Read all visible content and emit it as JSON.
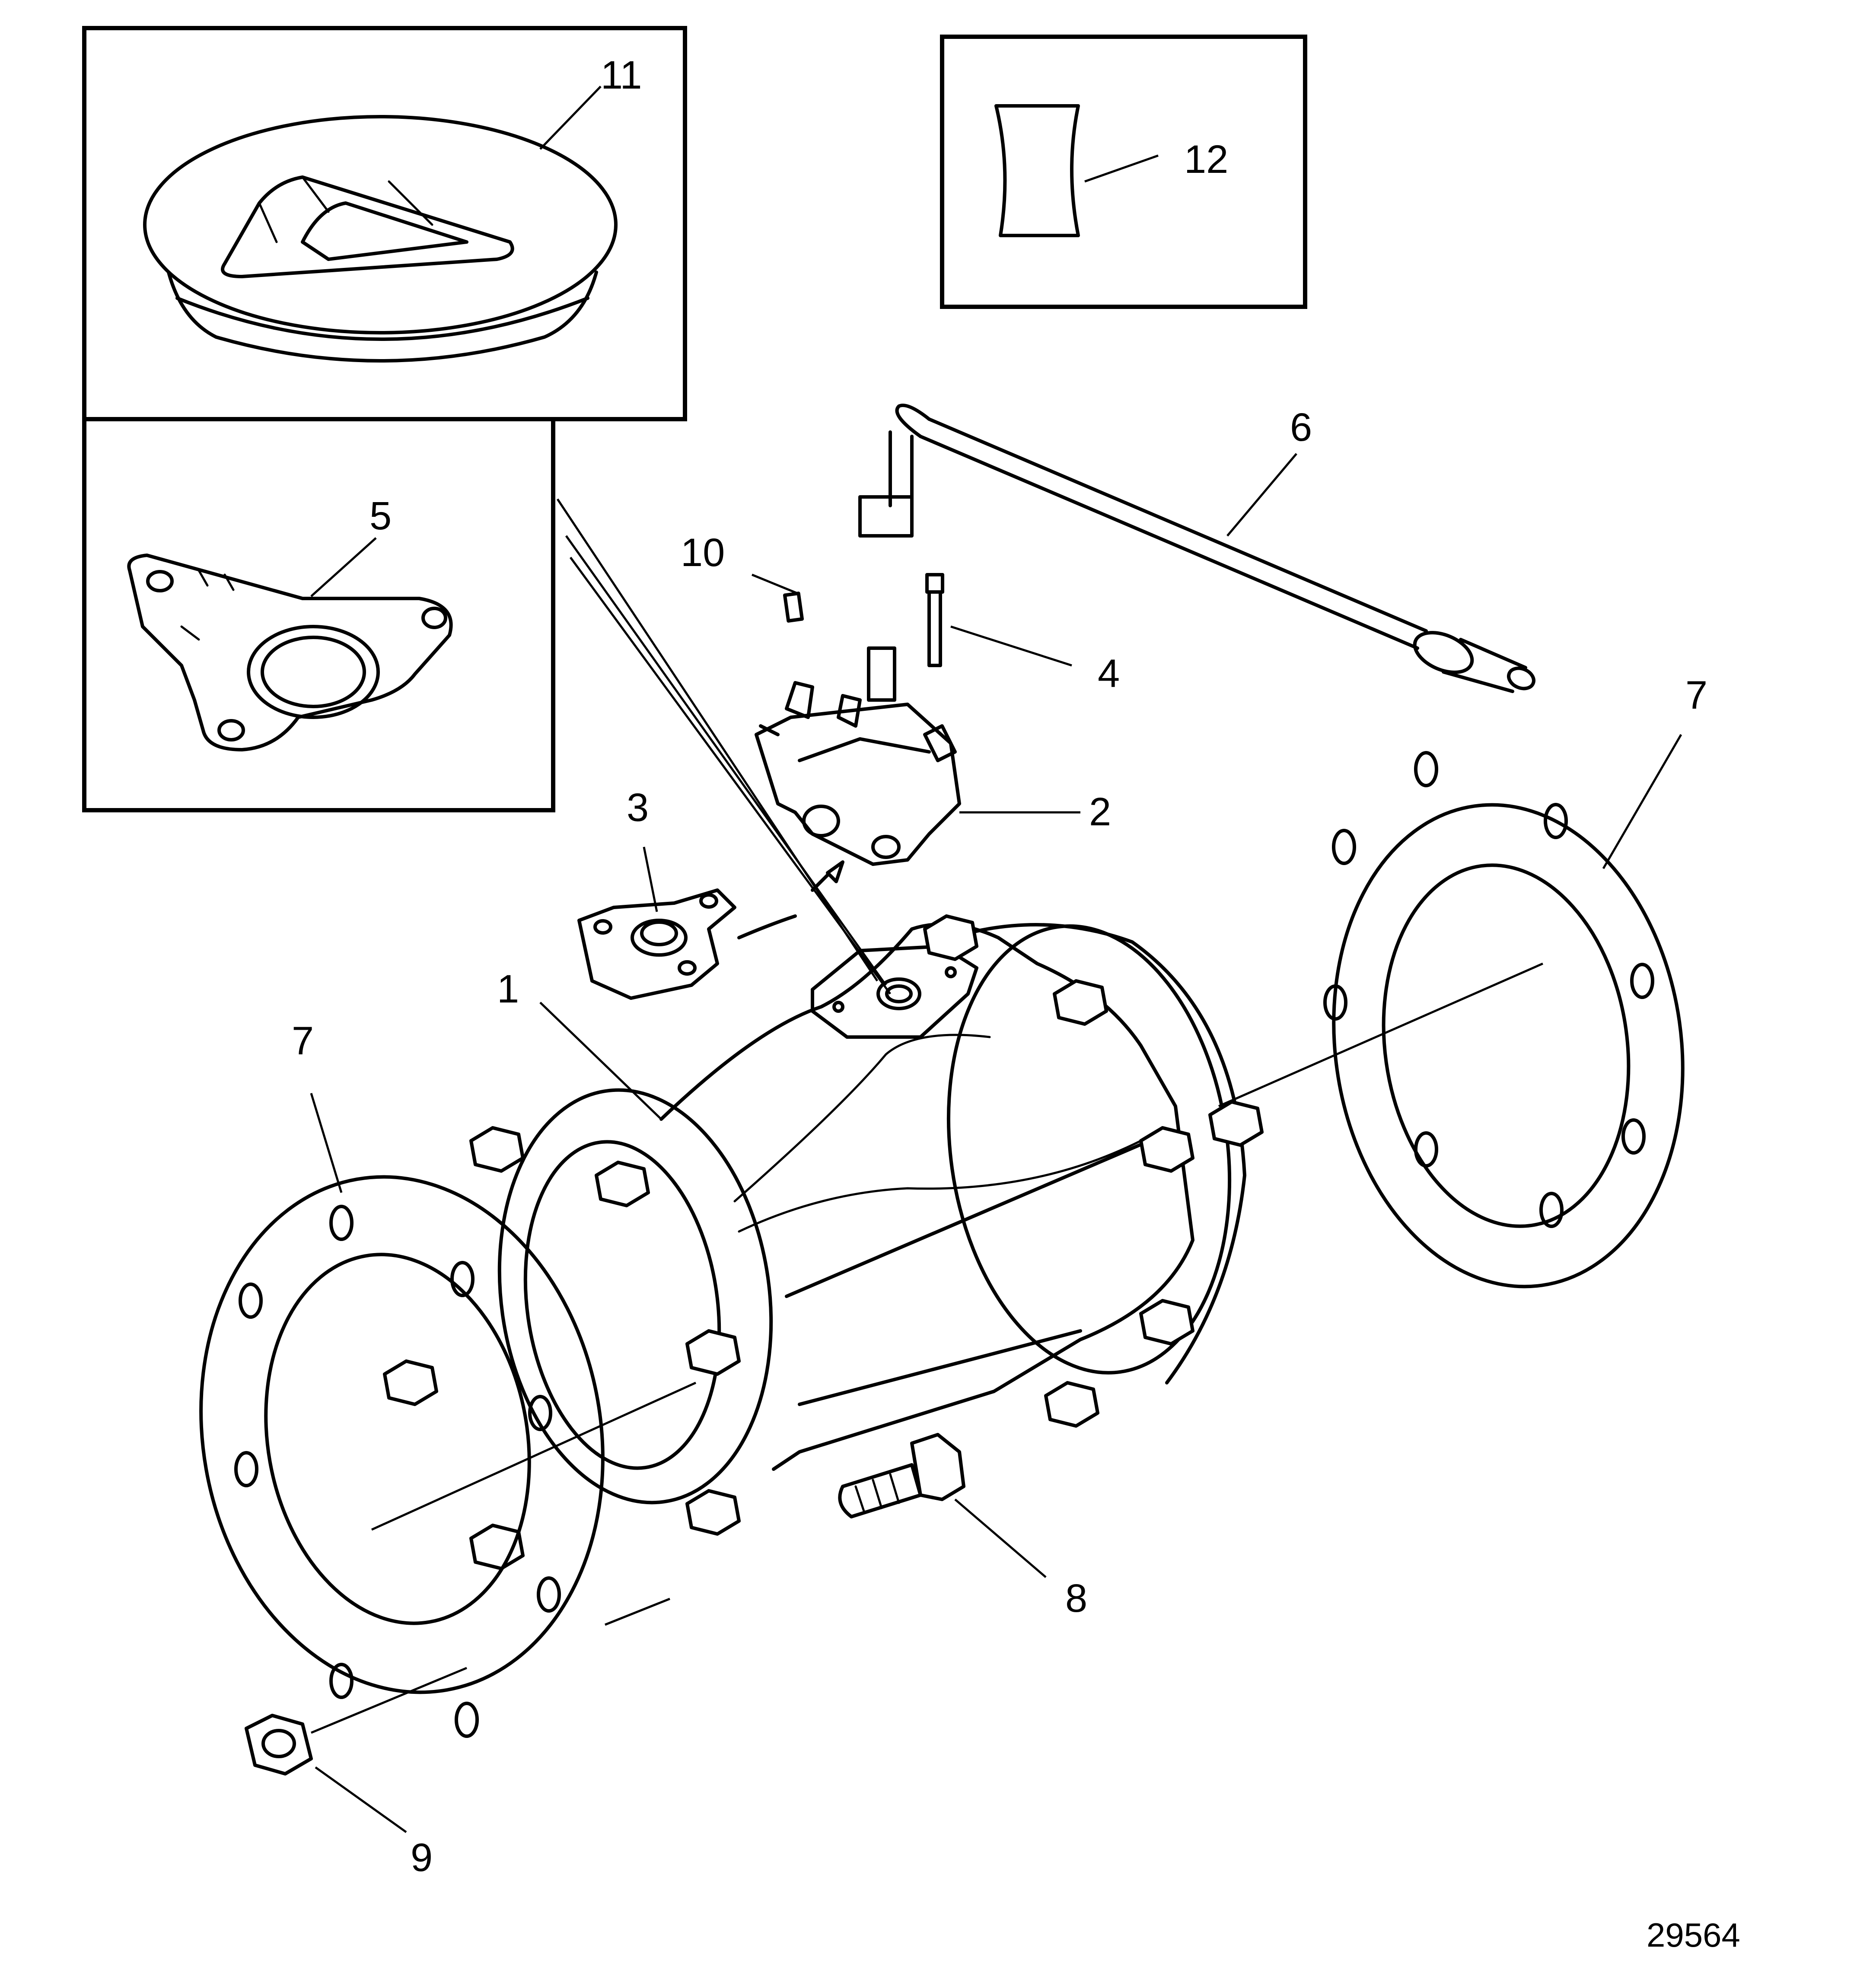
{
  "diagram": {
    "callouts": [
      {
        "id": "1",
        "label": "1"
      },
      {
        "id": "2",
        "label": "2"
      },
      {
        "id": "3",
        "label": "3"
      },
      {
        "id": "4",
        "label": "4"
      },
      {
        "id": "5",
        "label": "5"
      },
      {
        "id": "6",
        "label": "6"
      },
      {
        "id": "7a",
        "label": "7"
      },
      {
        "id": "7b",
        "label": "7"
      },
      {
        "id": "8",
        "label": "8"
      },
      {
        "id": "9",
        "label": "9"
      },
      {
        "id": "10",
        "label": "10"
      },
      {
        "id": "11",
        "label": "11"
      },
      {
        "id": "12",
        "label": "12"
      }
    ],
    "figure_number": "29564"
  }
}
